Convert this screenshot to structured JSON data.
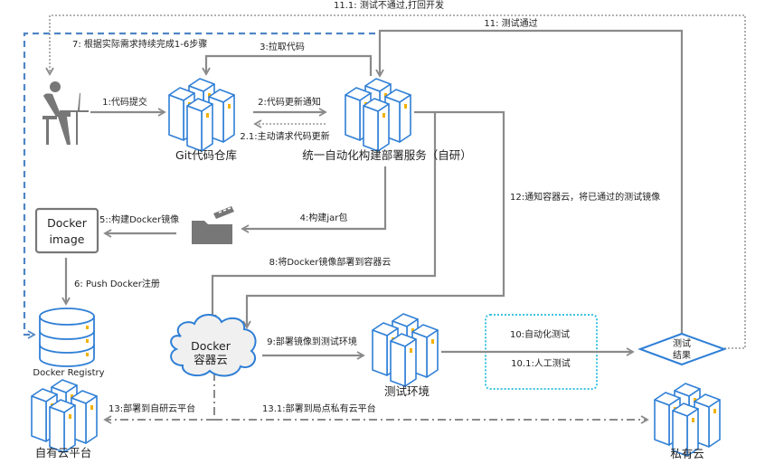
{
  "nodes": {
    "git": "Git代码仓库",
    "build": "统一自动化构建部署服务（自研）",
    "docker_image_line1": "Docker",
    "docker_image_line2": "image",
    "registry": "Docker Registry",
    "cloud_line1": "Docker",
    "cloud_line2": "容器云",
    "test_env": "测试环境",
    "result_line1": "测试",
    "result_line2": "结果",
    "own_cloud": "自有云平台",
    "private_cloud": "私有云"
  },
  "steps": {
    "s1": "1:代码提交",
    "s2": "2:代码更新通知",
    "s2_1": "2.1:主动请求代码更新",
    "s3": "3:拉取代码",
    "s4": "4:构建jar包",
    "s5": "5::构建Docker镜像",
    "s6": "6: Push Docker注册",
    "s7": "7: 根据实际需求持续完成1-6步骤",
    "s8": "8:将Docker镜像部署到容器云",
    "s9": "9:部署镜像到测试环境",
    "s10": "10:自动化测试",
    "s10_1": "10.1:人工测试",
    "s11": "11: 测试通过",
    "s11_1": "11.1: 测试不通过,打回开发",
    "s12": "12:通知容器云，将已通过的测试镜像",
    "s13": "13:部署到自研云平台",
    "s13_1": "13.1:部署到局点私有云平台"
  },
  "colors": {
    "server_blue": "#2f7fd6",
    "line_gray": "#8a8a8a",
    "dashed_blue": "#4f86c6",
    "test_box_cyan": "#3cc3e0",
    "icon_gray": "#777777"
  }
}
